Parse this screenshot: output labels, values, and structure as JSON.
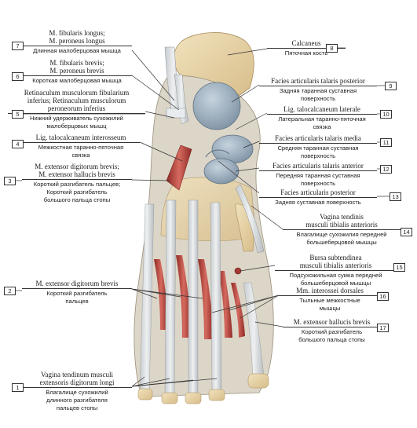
{
  "figure": {
    "labels": [
      {
        "num": "7",
        "lat": [
          "M. fibularis longus;",
          "M. peroneus longus"
        ],
        "ru": [
          "Длинная малоберцовая мышца"
        ]
      },
      {
        "num": "6",
        "lat": [
          "M. fibularis brevis;",
          "M. peroneus brevis"
        ],
        "ru": [
          "Короткая малоберцовая мышца"
        ]
      },
      {
        "num": "5",
        "lat": [
          "Retinaculum musculorum fibularium",
          "inferius; Retinaculum musculorum",
          "peroneorum inferius"
        ],
        "ru": [
          "Нижний удерживатель сухожилий",
          "малоберцовых мышц"
        ]
      },
      {
        "num": "4",
        "lat": [
          "Lig. talocalcaneum interosseum"
        ],
        "ru": [
          "Межкостная таранно-пяточная",
          "связка"
        ]
      },
      {
        "num": "3",
        "lat": [
          "M. extensor digitorum brevis;",
          "M. extensor hallucis brevis"
        ],
        "ru": [
          "Короткий разгибатель пальцев;",
          "Короткий разгибатель",
          "большого пальца стопы"
        ]
      },
      {
        "num": "2",
        "lat": [
          "M. extensor digitorum brevis"
        ],
        "ru": [
          "Короткий разгибатель",
          "пальцев"
        ]
      },
      {
        "num": "1",
        "lat": [
          "Vagina tendinum musculi",
          "extensoris digitorum longi"
        ],
        "ru": [
          "Влагалище сухожилий",
          "длинного разгибателя",
          "пальцев стопы"
        ]
      },
      {
        "num": "8",
        "lat": [
          "Calcaneus"
        ],
        "ru": [
          "Пяточная кость"
        ]
      },
      {
        "num": "9",
        "lat": [
          "Facies articularis talaris posterior"
        ],
        "ru": [
          "Задняя таранная суставная",
          "поверхность"
        ]
      },
      {
        "num": "10",
        "lat": [
          "Lig. talocalcaneum laterale"
        ],
        "ru": [
          "Латеральная таранно-пяточная",
          "связка"
        ]
      },
      {
        "num": "11",
        "lat": [
          "Facies articularis talaris media"
        ],
        "ru": [
          "Средняя таранная суставная",
          "поверхность"
        ]
      },
      {
        "num": "12",
        "lat": [
          "Facies articularis talaris anterior"
        ],
        "ru": [
          "Передняя таранная суставная",
          "поверхность"
        ]
      },
      {
        "num": "13",
        "lat": [
          "Facies articularis posterior"
        ],
        "ru": [
          "Задняя суставная поверхность"
        ]
      },
      {
        "num": "14",
        "lat": [
          "Vagina tendinis",
          "musculi tibialis anterioris"
        ],
        "ru": [
          "Влагалище сухожилия передней",
          "большеберцовой мышцы"
        ]
      },
      {
        "num": "15",
        "lat": [
          "Bursa subtendinea",
          "musculi tibialis anterioris"
        ],
        "ru": [
          "Подсухожильная сумка передней",
          "большеберцовой мышцы"
        ]
      },
      {
        "num": "16",
        "lat": [
          "Mm. interossei dorsales"
        ],
        "ru": [
          "Тыльные межкостные",
          "мышцы"
        ]
      },
      {
        "num": "17",
        "lat": [
          "M. extensor hallucis brevis"
        ],
        "ru": [
          "Короткий разгибатель",
          "большого пальца стопы"
        ]
      }
    ],
    "colors": {
      "bone": "#e8d4a8",
      "cartilage": "#9fb3c4",
      "muscle": "#c0504a",
      "tendon": "#d9dde0",
      "line": "#333333"
    }
  }
}
